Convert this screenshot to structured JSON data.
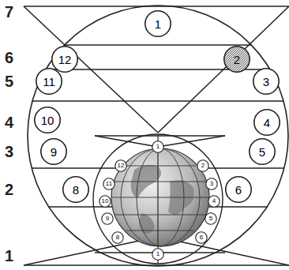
{
  "diagram": {
    "nodes": [
      {
        "text": [
          "1"
        ]
      },
      {
        "text": [
          "12"
        ]
      },
      {
        "text": [
          "2"
        ]
      },
      {
        "text": [
          "11"
        ]
      },
      {
        "text": [
          "3"
        ]
      },
      {
        "text": [
          "10"
        ]
      },
      {
        "text": [
          "4"
        ]
      },
      {
        "text": [
          "9"
        ]
      },
      {
        "text": [
          "5"
        ]
      },
      {
        "text": [
          "8"
        ]
      },
      {
        "text": [
          "6"
        ]
      },
      {
        "text": [
          "1"
        ]
      },
      {
        "text": [
          "12"
        ]
      },
      {
        "text": [
          "2"
        ]
      },
      {
        "text": [
          "11"
        ]
      },
      {
        "text": [
          "3"
        ]
      },
      {
        "text": [
          "10"
        ]
      },
      {
        "text": [
          "4"
        ]
      },
      {
        "text": [
          "9"
        ]
      },
      {
        "text": [
          "5"
        ]
      },
      {
        "text": [
          "8"
        ]
      },
      {
        "text": [
          "6"
        ]
      },
      {
        "text": [
          "1"
        ]
      }
    ],
    "labels": [
      "7",
      "6",
      "5",
      "4",
      "3",
      "2",
      "1"
    ]
  }
}
